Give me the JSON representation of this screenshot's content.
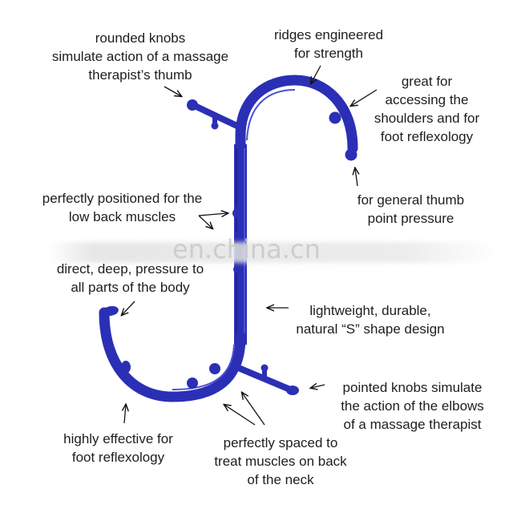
{
  "colors": {
    "tool": "#2b2fb5",
    "tool_dark": "#1c1f8c",
    "tool_light": "#4a50d8",
    "arrow": "#111111"
  },
  "labels": {
    "rounded_knobs": "rounded knobs\nsimulate action of a massage\ntherapist’s thumb",
    "ridges": "ridges engineered\nfor strength",
    "great_for": "great for\naccessing the\nshoulders and for\nfoot reflexology",
    "general_thumb": "for general thumb\npoint pressure",
    "positioned": "perfectly positioned for the\nlow back muscles",
    "direct": "direct, deep, pressure to\nall parts of the body",
    "lightweight": "lightweight, durable,\nnatural “S” shape design",
    "pointed": "pointed knobs simulate\nthe action of the elbows\nof a massage therapist",
    "highly": "highly effective for\nfoot reflexology",
    "spaced": "perfectly spaced to\ntreat muscles on back\nof the neck"
  },
  "watermark": "en.china.cn"
}
